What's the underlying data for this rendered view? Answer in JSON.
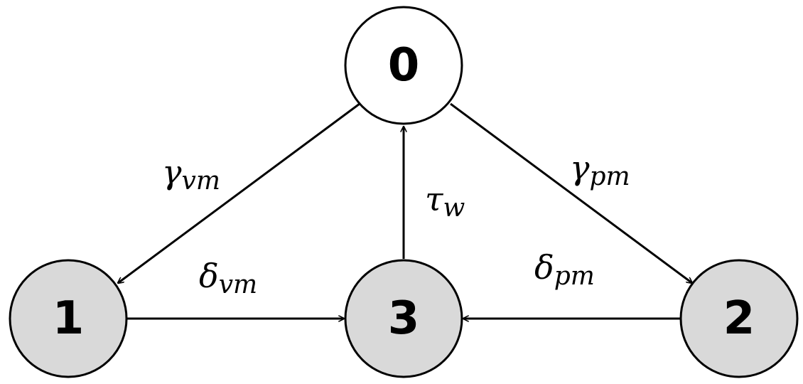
{
  "colors": {
    "empty_node_fill": "#ffffff",
    "filled_node_fill": "#d9d9d9",
    "stroke": "#000000"
  },
  "nodes": {
    "n0": {
      "label": "0",
      "fill": "empty"
    },
    "n1": {
      "label": "1",
      "fill": "filled"
    },
    "n2": {
      "label": "2",
      "fill": "filled"
    },
    "n3": {
      "label": "3",
      "fill": "filled"
    }
  },
  "edges": {
    "e01": {
      "from": "0",
      "to": "1",
      "symbol": "γ",
      "subscript": "vm"
    },
    "e02": {
      "from": "0",
      "to": "2",
      "symbol": "γ",
      "subscript": "pm"
    },
    "e30": {
      "from": "3",
      "to": "0",
      "symbol": "τ",
      "subscript": "w"
    },
    "e13": {
      "from": "1",
      "to": "3",
      "symbol": "δ",
      "subscript": "vm"
    },
    "e23": {
      "from": "2",
      "to": "3",
      "symbol": "δ",
      "subscript": "pm"
    }
  }
}
